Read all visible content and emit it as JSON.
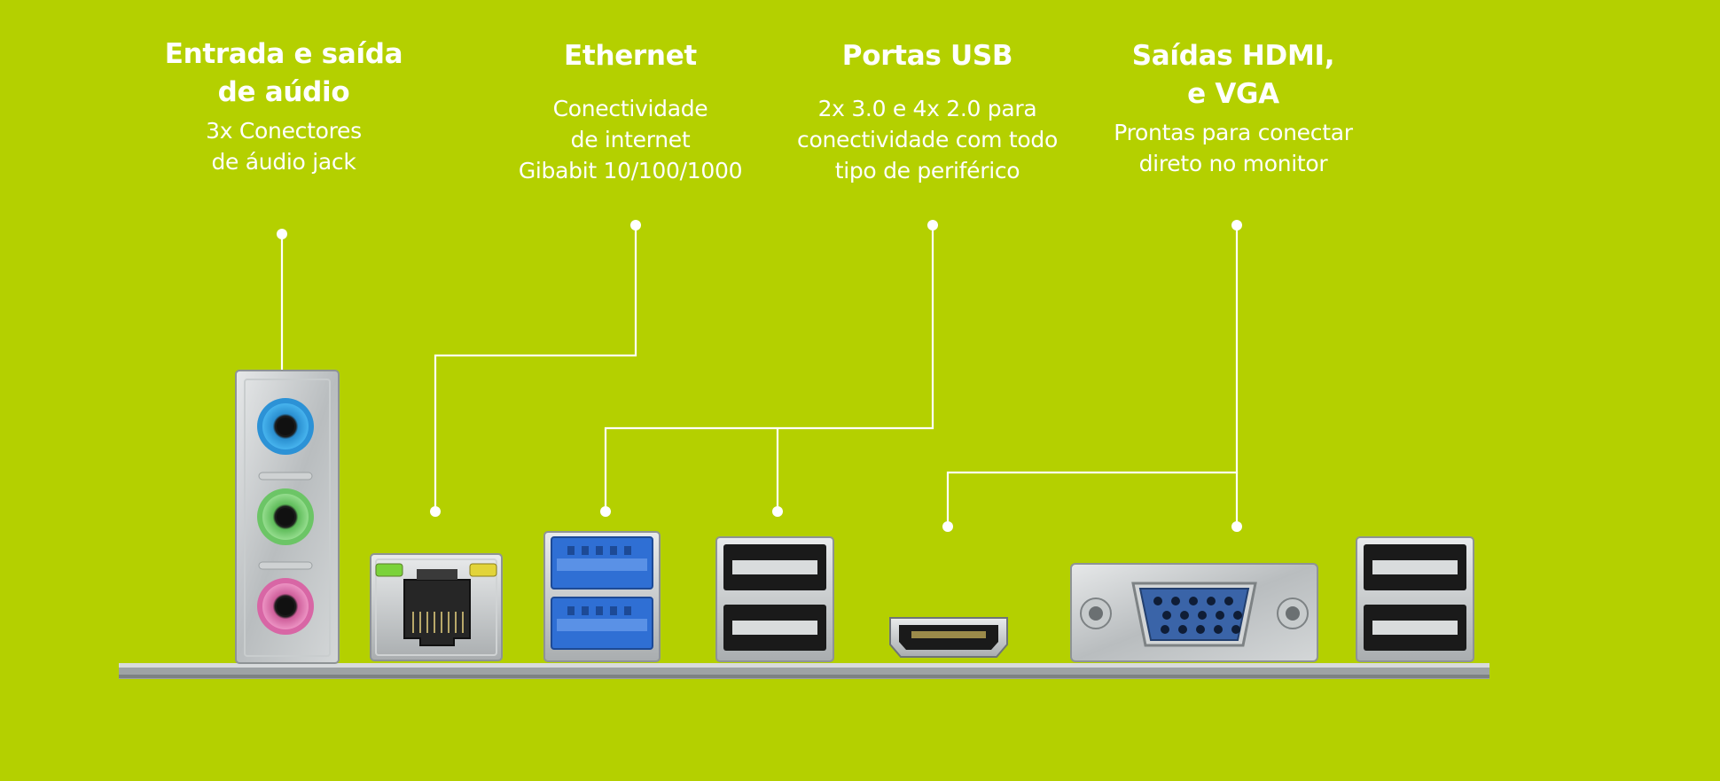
{
  "colors": {
    "background": "#b4d000",
    "text": "#ffffff",
    "callout_line": "#ffffff",
    "audio_blue": "#2fa6e6",
    "audio_green": "#7fd27a",
    "audio_pink": "#e57db5",
    "usb3_blue": "#2f6fd4",
    "usb2_black": "#1a1a1a",
    "led_green": "#7bd23a",
    "led_yellow": "#e2d43a",
    "vga_blue": "#3a64a8"
  },
  "labels": [
    {
      "id": "audio",
      "title_lines": [
        "Entrada e saída",
        "de aúdio"
      ],
      "desc_lines": [
        "3x Conectores",
        "de áudio jack"
      ]
    },
    {
      "id": "ethernet",
      "title_lines": [
        "Ethernet"
      ],
      "desc_lines": [
        "Conectividade",
        "de internet",
        "Gibabit 10/100/1000"
      ]
    },
    {
      "id": "usb",
      "title_lines": [
        "Portas USB"
      ],
      "desc_lines": [
        "2x 3.0 e 4x 2.0 para",
        "conectividade com todo",
        "tipo de periférico"
      ]
    },
    {
      "id": "video",
      "title_lines": [
        "Saídas HDMI,",
        "e VGA"
      ],
      "desc_lines": [
        "Prontas para conectar",
        "direto no monitor"
      ]
    }
  ],
  "ports": [
    {
      "type": "audio-jack-stack",
      "icon": "audio-jack-icon"
    },
    {
      "type": "rj45-ethernet",
      "icon": "ethernet-port-icon"
    },
    {
      "type": "usb3-double",
      "icon": "usb3-port-icon"
    },
    {
      "type": "usb2-double",
      "icon": "usb2-port-icon"
    },
    {
      "type": "hdmi",
      "icon": "hdmi-port-icon"
    },
    {
      "type": "vga",
      "icon": "vga-port-icon"
    },
    {
      "type": "usb2-double",
      "icon": "usb2-port-icon"
    }
  ]
}
